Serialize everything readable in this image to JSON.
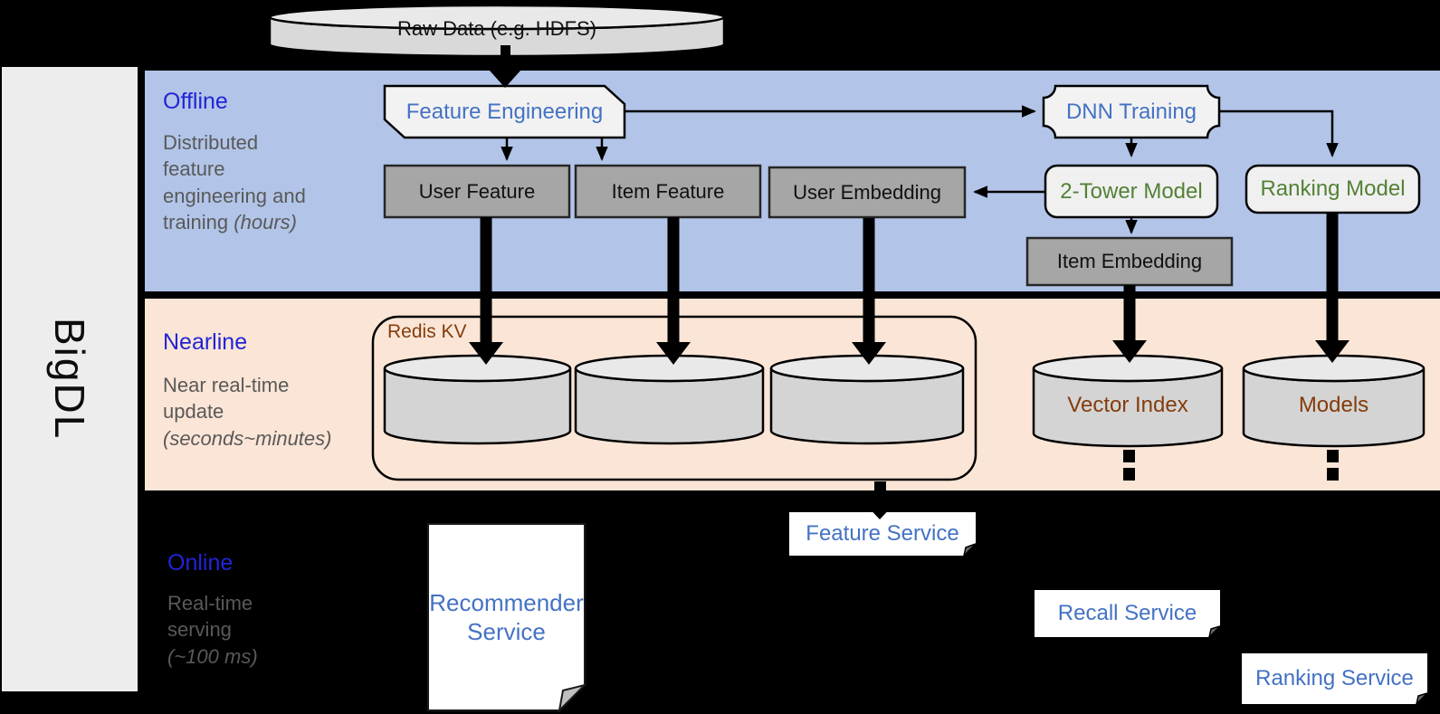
{
  "sidebar": {
    "label": "BigDL"
  },
  "source": {
    "label": "Raw Data (e.g. HDFS)"
  },
  "bands": {
    "offline": {
      "title": "Offline",
      "desc_lines": [
        "Distributed",
        "feature",
        "engineering and",
        "training "
      ],
      "desc_italic": "(hours)"
    },
    "nearline": {
      "title": "Nearline",
      "desc_lines": [
        "Near real-time",
        "update"
      ],
      "desc_italic": "(seconds~minutes)"
    },
    "online": {
      "title": "Online",
      "desc_lines": [
        "Real-time",
        "serving"
      ],
      "desc_italic": "(~100 ms)"
    }
  },
  "nodes": {
    "feature_engineering": "Feature Engineering",
    "dnn_training": "DNN Training",
    "user_feature": "User Feature",
    "item_feature": "Item Feature",
    "user_embedding": "User Embedding",
    "two_tower_model": "2-Tower Model",
    "ranking_model": "Ranking Model",
    "item_embedding": "Item Embedding",
    "redis_kv": "Redis KV",
    "vector_index": "Vector Index",
    "models": "Models",
    "recommender_service": "Recommender Service",
    "feature_service": "Feature Service",
    "recall_service": "Recall Service",
    "ranking_service": "Ranking Service"
  },
  "colors": {
    "offline_band": "#b2c5e8",
    "nearline_band": "#fbe5d6",
    "online_band": "#000000",
    "band_title_blue": "#2224d6",
    "service_text_blue": "#4472c4",
    "model_text_green": "#538135",
    "storage_text_brown": "#843c0c",
    "feature_box_gray": "#a6a6a6",
    "cylinder_gray": "#d4d4d4"
  }
}
